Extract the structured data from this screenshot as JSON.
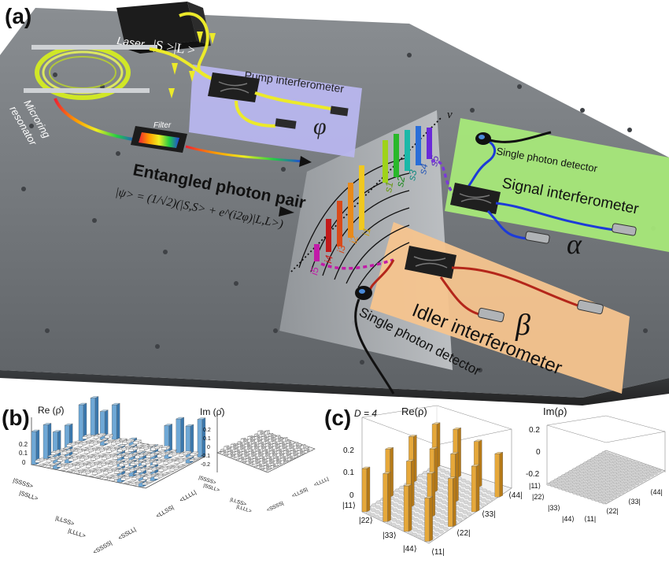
{
  "panel_a": {
    "label": "(a)",
    "laser": "Laser",
    "laser_state": "|S >|L >",
    "microring": "Microring",
    "resonator": "resonator",
    "filter": "Filter",
    "pump_interferometer": "Pump interferometer",
    "pump_phase": "φ",
    "entangled": "Entangled photon pair",
    "state_formula": "|ψ> = (1/√2)(|S,S> + e^(i2φ)|L,L>)",
    "nu": "ν",
    "signal_channels": [
      "s1",
      "s2",
      "s3",
      "s4",
      "s5"
    ],
    "idler_channels": [
      "i1",
      "i2",
      "i3",
      "i4",
      "i5"
    ],
    "signal_detector": "Single photon detector",
    "signal_interferometer": "Signal interferometer",
    "signal_phase": "α",
    "idler_detector": "Single photon detector",
    "idler_interferometer": "Idler interferometer",
    "idler_phase": "β",
    "colors": {
      "board": "#6e7276",
      "pump_box": "#b8b6ee",
      "signal_box": "#a6e879",
      "idler_box": "#f6c48e",
      "fiber_yellow": "#ecea2a",
      "signal_fiber": "#1d3bd8",
      "idler_fiber": "#b4261a"
    }
  },
  "panel_b": {
    "label": "(b)",
    "re_title": "Re (ρ̂)",
    "im_title": "Im (ρ̂)",
    "re_ticks": [
      "0.2",
      "0.1",
      "0"
    ],
    "im_ticks": [
      "0.2",
      "0.1",
      "0",
      "-0.1",
      "-0.2"
    ],
    "re_left_labels": [
      "|SSSS>",
      "|SSLL>",
      "|LLSS>",
      "|LLLL>"
    ],
    "re_right_labels": [
      "<SSSS|",
      "<SSLL|",
      "<LLSS|",
      "<LLLL|"
    ],
    "im_left_labels": [
      "|SSSS>",
      "|SSLL>",
      "|LLSS>",
      "|LLLL>"
    ],
    "im_right_labels": [
      "<SSSS|",
      "<LLSS|",
      "<LLLL|"
    ]
  },
  "panel_c": {
    "label": "(c)",
    "dimension": "D = 4",
    "re_title": "Re(ρ)",
    "im_title": "Im(ρ)",
    "re_ticks": [
      "0.2",
      "0.1",
      "0"
    ],
    "im_ticks": [
      "0.2",
      "0",
      "-0.2"
    ],
    "re_left_labels": [
      "|11⟩",
      "|22⟩",
      "|33⟩",
      "|44⟩"
    ],
    "re_right_labels": [
      "⟨11|",
      "⟨22|",
      "⟨33|",
      "⟨44|"
    ],
    "im_left_labels": [
      "|11⟩",
      "|22⟩",
      "|33⟩",
      "|44⟩"
    ],
    "im_right_labels": [
      "⟨11|",
      "⟨22|",
      "⟨33|",
      "⟨44|"
    ],
    "colors": {
      "bar_gold": "#e6a83a",
      "bar_blue": "#4f8cc0"
    }
  },
  "chart_data": [
    {
      "type": "bar",
      "title": "Re (ρ̂)",
      "rows": [
        "|SSSS>",
        "|SSLL>",
        "|LLSS>",
        "|LLLL>"
      ],
      "cols": [
        "<SSSS|",
        "<SSLL|",
        "<LLSS|",
        "<LLLL|"
      ],
      "zlim": [
        0,
        0.25
      ],
      "note": "3D bar plot of 16x16 density matrix; 16 tall bars of height ~0.2, remaining bars near 0"
    },
    {
      "type": "bar",
      "title": "Im (ρ̂)",
      "zlim": [
        -0.2,
        0.2
      ],
      "note": "near-zero surface"
    },
    {
      "type": "bar",
      "title": "Re(ρ)",
      "rows": [
        "|11⟩",
        "|22⟩",
        "|33⟩",
        "|44⟩"
      ],
      "cols": [
        "⟨11|",
        "⟨22|",
        "⟨33|",
        "⟨44|"
      ],
      "zlim": [
        0,
        0.25
      ],
      "note": "16x16 matrix, 16 gold bars of height ~0.25 forming a grid pattern, others 0"
    },
    {
      "type": "bar",
      "title": "Im(ρ)",
      "zlim": [
        -0.2,
        0.2
      ],
      "note": "flat near-zero surface"
    }
  ]
}
